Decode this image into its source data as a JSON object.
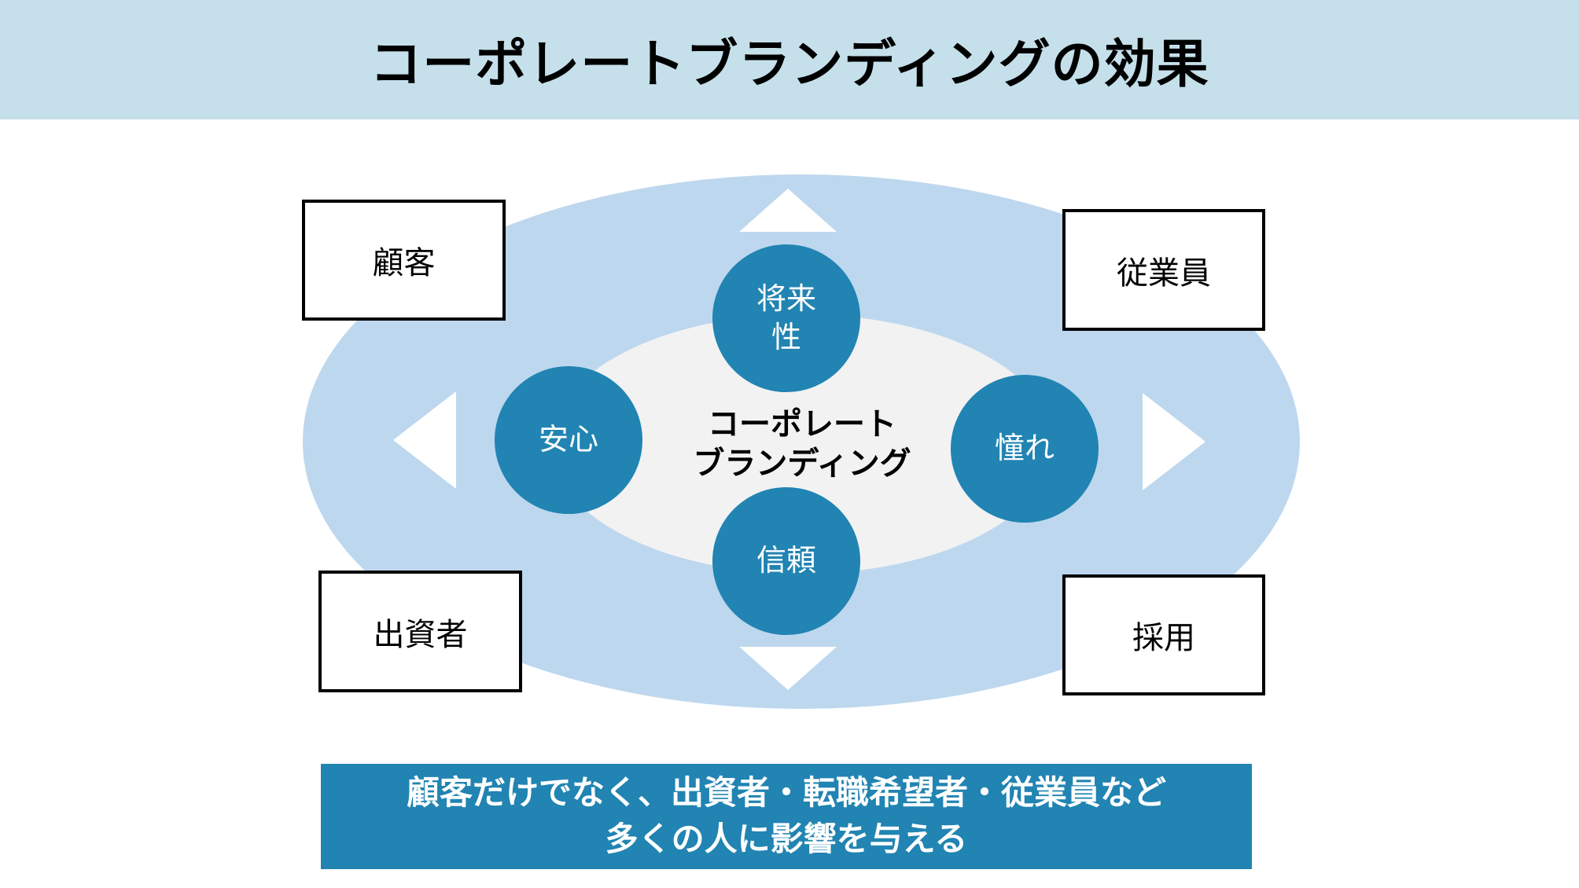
{
  "title": "コーポレートブランディングの効果",
  "center": {
    "line1": "コーポレート",
    "line2": "ブランディング"
  },
  "values": {
    "top": [
      "将来",
      "性"
    ],
    "left": "安心",
    "right": "憧れ",
    "bottom": "信頼"
  },
  "stakeholders": {
    "top_left": "顧客",
    "top_right": "従業員",
    "bottom_left": "出資者",
    "bottom_right": "採用"
  },
  "banner": {
    "line1": "顧客だけでなく、出資者・転職希望者・従業員など",
    "line2": "多くの人に影響を与える"
  },
  "colors": {
    "header_bg": "#c5e0ea",
    "outer_ellipse": "#bdd7ee",
    "inner_ellipse": "#f2f2f2",
    "circle": "#2184b2",
    "banner": "#2184b2"
  }
}
